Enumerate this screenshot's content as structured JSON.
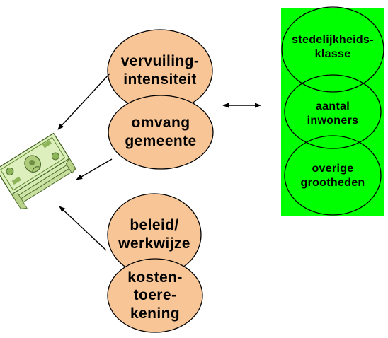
{
  "colors": {
    "orange_fill": "#F8C596",
    "green_panel": "#00FF00",
    "outline": "#000000",
    "background": "#FFFFFF"
  },
  "icons": {
    "money": "money-stack-icon"
  },
  "factors": [
    {
      "text": "vervuiling-\nintensiteit"
    },
    {
      "text": "omvang\ngemeente"
    },
    {
      "text": "beleid/\nwerkwijze"
    },
    {
      "text": "kosten-\ntoere-\nkening"
    }
  ],
  "size_indicators": [
    {
      "text": "stedelijkheids-\nklasse"
    },
    {
      "text": "aantal\ninwoners"
    },
    {
      "text": "overige\ngrootheden"
    }
  ]
}
